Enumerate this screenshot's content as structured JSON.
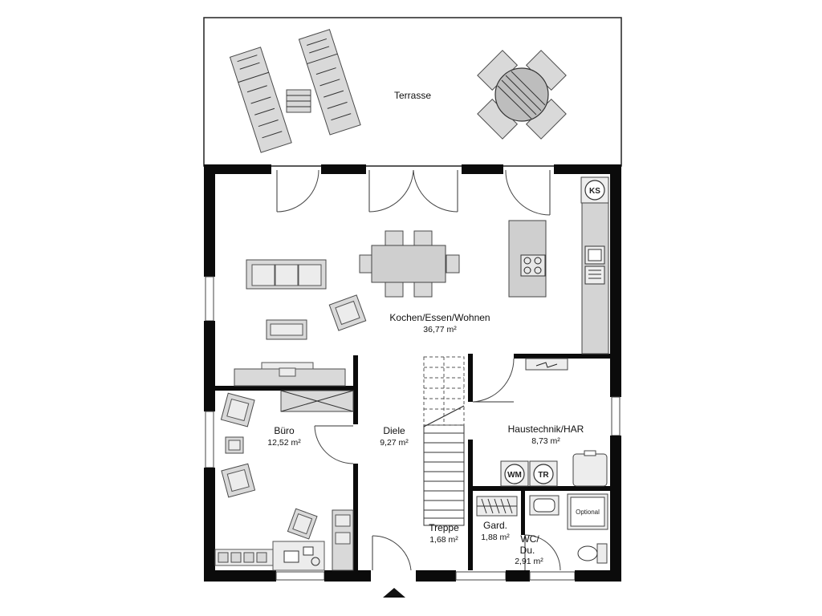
{
  "rooms": {
    "terrasse": {
      "label": "Terrasse"
    },
    "kochen": {
      "label": "Kochen/Essen/Wohnen",
      "area": "36,77 m²"
    },
    "buero": {
      "label": "Büro",
      "area": "12,52 m²"
    },
    "diele": {
      "label": "Diele",
      "area": "9,27 m²"
    },
    "haustechnik": {
      "label": "Haustechnik/HAR",
      "area": "8,73 m²"
    },
    "treppe": {
      "label": "Treppe",
      "area": "1,68 m²"
    },
    "gard": {
      "label": "Gard.",
      "area": "1,88 m²"
    },
    "wc": {
      "label_line1": "WC/",
      "label_line2": "Du.",
      "area": "2,91 m²"
    }
  },
  "appliances": {
    "ks": "KS",
    "wm": "WM",
    "tr": "TR",
    "optional": "Optional"
  },
  "colors": {
    "wall": "#0b0b0b",
    "furniture": "#d9d9d9",
    "outline": "#4a4a4a"
  },
  "icons": [
    "entrance-arrow-icon",
    "stove-icon",
    "sink-icon",
    "laptop-icon"
  ]
}
